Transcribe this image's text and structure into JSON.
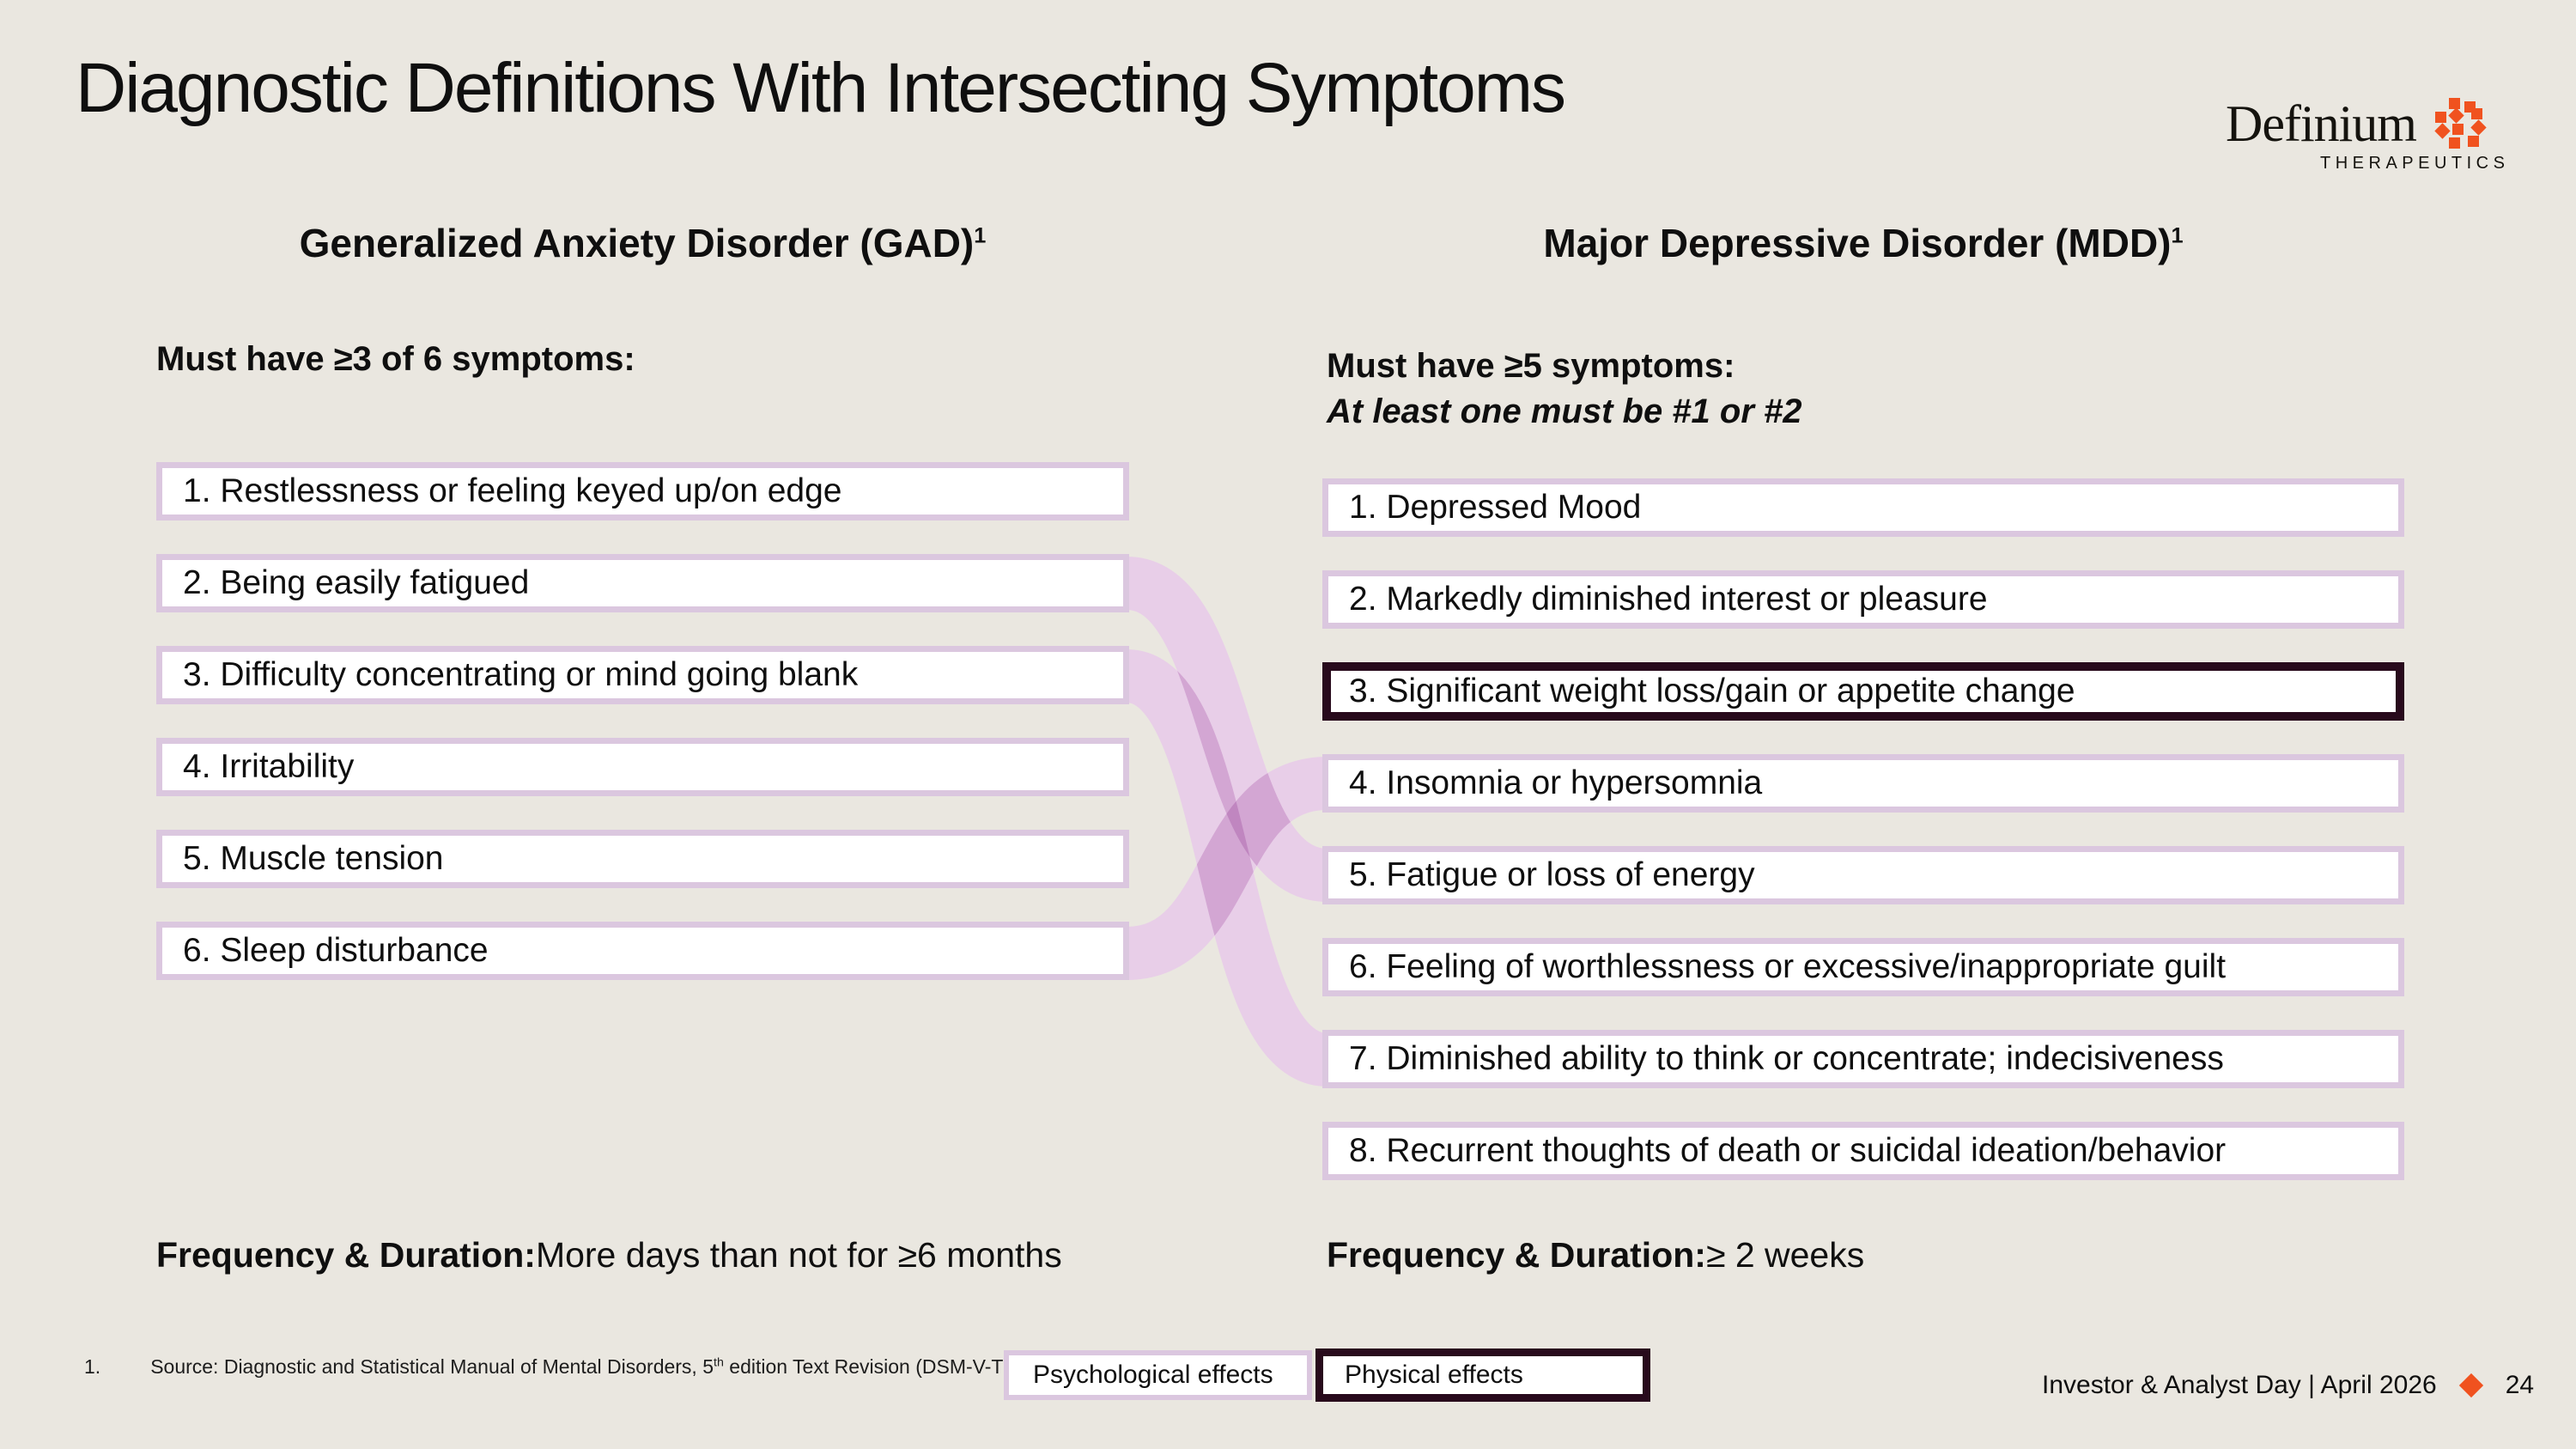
{
  "slide": {
    "title": "Diagnostic Definitions With Intersecting Symptoms",
    "logo": {
      "name": "Definium",
      "subtitle": "THERAPEUTICS"
    },
    "footnote": {
      "index": "1.",
      "source_pre": "Source: Diagnostic and Statistical Manual of Mental Disorders, 5",
      "source_sup": "th",
      "source_post": " edition Text Revision (DSM-V-TR)"
    },
    "footer": {
      "event": "Investor & Analyst Day | April 2026",
      "page_number": "24"
    }
  },
  "gad": {
    "header": "Generalized Anxiety Disorder (GAD)",
    "header_superscript": "1",
    "requirement": "Must have ≥3 of 6 symptoms:",
    "symptoms": [
      "1. Restlessness or feeling keyed up/on edge",
      "2. Being easily fatigued",
      "3. Difficulty concentrating or mind going blank",
      "4. Irritability",
      "5. Muscle tension",
      "6. Sleep disturbance"
    ],
    "frequency_label": "Frequency & Duration:",
    "frequency_value": "More days than not for ≥6 months"
  },
  "mdd": {
    "header": "Major Depressive Disorder (MDD)",
    "header_superscript": "1",
    "requirement": "Must have ≥5 symptoms:",
    "requirement_note": "At least one must be #1 or #2",
    "symptoms": [
      "1. Depressed Mood",
      "2. Markedly diminished interest or pleasure",
      "3. Significant weight loss/gain or appetite change",
      "4. Insomnia or hypersomnia",
      "5. Fatigue or loss of energy",
      "6. Feeling of worthlessness or excessive/inappropriate guilt",
      "7. Diminished ability to think or concentrate; indecisiveness",
      "8. Recurrent thoughts of death or suicidal ideation/behavior"
    ],
    "physical_highlight_symptom": 3,
    "frequency_label": "Frequency & Duration:",
    "frequency_value": "≥ 2 weeks"
  },
  "legend": {
    "psychological": "Psychological effects",
    "physical": "Physical effects"
  },
  "connections": [
    {
      "gad_symptom": 2,
      "mdd_symptom": 5
    },
    {
      "gad_symptom": 3,
      "mdd_symptom": 7
    },
    {
      "gad_symptom": 6,
      "mdd_symptom": 4
    }
  ],
  "colors": {
    "background": "#EAE7E0",
    "box_border_psychological": "#DBC7DF",
    "box_border_physical": "#280A1C",
    "ribbon": "#E8CEE8",
    "accent_orange": "#F0521F",
    "text": "#0F0F0F"
  }
}
